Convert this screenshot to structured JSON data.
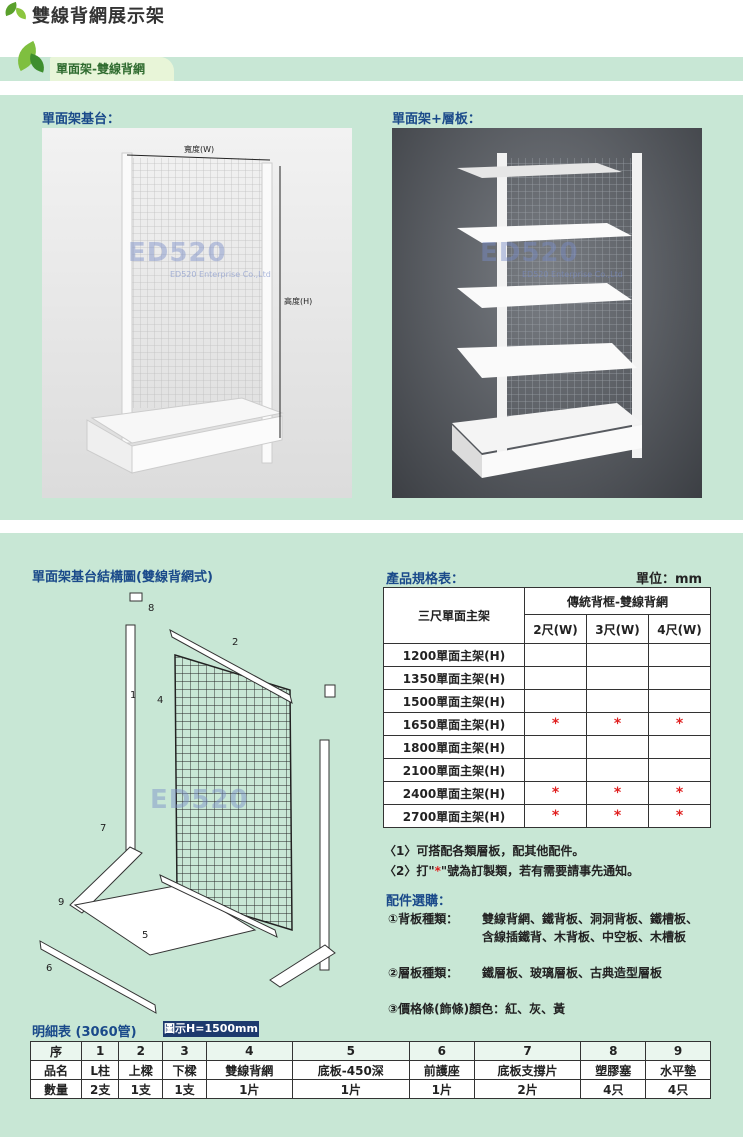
{
  "header": {
    "title": "雙線背網展示架",
    "tab_label": "單面架-雙線背網"
  },
  "top_section": {
    "left_label": "單面架基台：",
    "right_label": "單面架+層板：",
    "dim_width": "寬度(W)",
    "dim_height": "高度(H)",
    "watermark": "ED520",
    "watermark_sub": "ED520 Enterprise Co.,Ltd"
  },
  "structure": {
    "label": "單面架基台結構圖(雙線背網式)",
    "callouts": [
      "1",
      "2",
      "4",
      "5",
      "6",
      "7",
      "8",
      "9"
    ]
  },
  "spec": {
    "label": "產品規格表：",
    "unit": "單位：mm",
    "row_header": "三尺單面主架",
    "group_header": "傳統背框-雙線背網",
    "columns": [
      "2尺(W)",
      "3尺(W)",
      "4尺(W)"
    ],
    "rows": [
      {
        "name": "1200單面主架(H)",
        "marks": [
          "",
          "",
          ""
        ]
      },
      {
        "name": "1350單面主架(H)",
        "marks": [
          "",
          "",
          ""
        ]
      },
      {
        "name": "1500單面主架(H)",
        "marks": [
          "",
          "",
          ""
        ]
      },
      {
        "name": "1650單面主架(H)",
        "marks": [
          "*",
          "*",
          "*"
        ]
      },
      {
        "name": "1800單面主架(H)",
        "marks": [
          "",
          "",
          ""
        ]
      },
      {
        "name": "2100單面主架(H)",
        "marks": [
          "",
          "",
          ""
        ]
      },
      {
        "name": "2400單面主架(H)",
        "marks": [
          "*",
          "*",
          "*"
        ]
      },
      {
        "name": "2700單面主架(H)",
        "marks": [
          "*",
          "*",
          "*"
        ]
      }
    ],
    "note1": "〈1〉可搭配各類層板，配其他配件。",
    "note2_pre": "〈2〉打\"",
    "note2_star": "*",
    "note2_post": "\"號為訂製類，若有需要請事先通知。"
  },
  "accessories": {
    "label": "配件選購：",
    "item1_label": "①背板種類：",
    "item1_text": "雙線背網、鐵背板、洞洞背板、鐵槽板、含線插鐵背、木背板、中空板、木槽板",
    "item2_label": "②層板種類：",
    "item2_text": "鐵層板、玻璃層板、古典造型層板",
    "item3": "③價格條(飾條)顏色：紅、灰、黃"
  },
  "detail": {
    "label": "明細表 (3060管)",
    "badge": "圖示H=1500mm",
    "rows": [
      [
        "序",
        "1",
        "2",
        "3",
        "4",
        "5",
        "6",
        "7",
        "8",
        "9"
      ],
      [
        "品名",
        "L柱",
        "上樑",
        "下樑",
        "雙線背網",
        "底板-450深",
        "前護座",
        "底板支撐片",
        "塑膠塞",
        "水平墊"
      ],
      [
        "數量",
        "2支",
        "1支",
        "1支",
        "1片",
        "1片",
        "1片",
        "2片",
        "4只",
        "4只"
      ]
    ]
  }
}
